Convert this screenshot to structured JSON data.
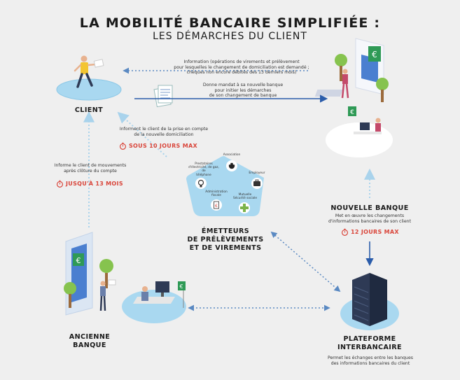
{
  "title": "LA MOBILITÉ BANCAIRE SIMPLIFIÉE :",
  "subtitle": "LES DÉMARCHES DU CLIENT",
  "client": {
    "label": "CLIENT"
  },
  "new_bank": {
    "label": "NOUVELLE BANQUE"
  },
  "old_bank": {
    "label_line1": "ANCIENNE",
    "label_line2": "BANQUE"
  },
  "platform": {
    "label_line1": "PLATEFORME",
    "label_line2": "INTERBANCAIRE",
    "desc_line1": "Permet les échanges entre les banques",
    "desc_line2": "des informations bancaires du client"
  },
  "emitters": {
    "label_line1": "ÉMETTEURS",
    "label_line2": "DE PRÉLÈVEMENTS",
    "label_line3": "ET DE VIREMENTS",
    "items": {
      "association": "Association",
      "providers_line1": "Prestataires",
      "providers_line2": "d'électricité, de gaz, de",
      "providers_line3": "téléphone",
      "employer": "Employeur",
      "tax_line1": "Administration",
      "tax_line2": "fiscale",
      "mutual_line1": "Mutuelle",
      "mutual_line2": "Sécurité sociale"
    }
  },
  "flows": {
    "info_line1": "Information (opérations de virements et prélèvement",
    "info_line2": "pour lesquelles le changement de domiciliation est demandé ;",
    "info_line3": "chèques non encore débités des 13 derniers mois)",
    "mandate_line1": "Donne mandat à sa nouvelle banque",
    "mandate_line2": "pour initier les démarches",
    "mandate_line3": "de son changement de banque",
    "inform_client_line1": "Informent le client de la prise en compte",
    "inform_client_line2": "de la nouvelle domiciliation",
    "inform_client_timer": "SOUS 10 JOURS MAX",
    "old_bank_inform_line1": "Informe le client de mouvements",
    "old_bank_inform_line2": "après clôture du compte",
    "old_bank_timer": "JUSQU'À 13 MOIS",
    "new_bank_desc_line1": "Met en œuvre les changements",
    "new_bank_desc_line2": "d'informations bancaires de son client",
    "new_bank_timer": "12 JOURS MAX"
  },
  "colors": {
    "accent_blue": "#2a5caa",
    "light_blue": "#a9d8f0",
    "timer_red": "#d9453a",
    "dotted": "#5a89c2",
    "green": "#7bb34a"
  }
}
